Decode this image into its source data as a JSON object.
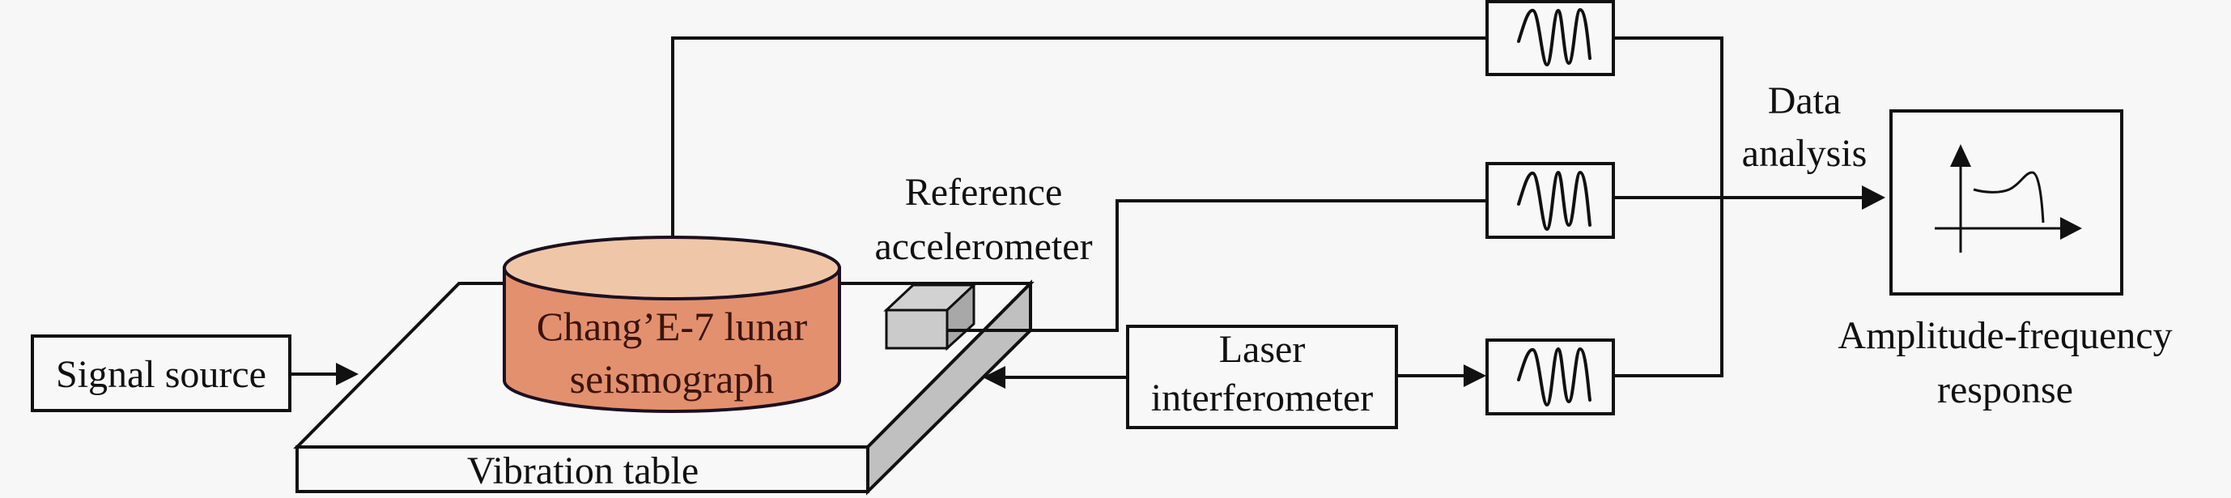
{
  "diagram": {
    "title": "Chang'E-7 lunar seismograph amplitude-frequency calibration setup",
    "nodes": {
      "signal_source": {
        "label": "Signal source"
      },
      "vibration_table": {
        "label": "Vibration table"
      },
      "seismograph": {
        "label_line1": "Chang’E-7 lunar",
        "label_line2": "seismograph"
      },
      "reference_accelerometer": {
        "label_line1": "Reference",
        "label_line2": "accelerometer"
      },
      "laser_interferometer": {
        "label_line1": "Laser",
        "label_line2": "interferometer"
      },
      "data_analysis": {
        "label_line1": "Data",
        "label_line2": "analysis"
      },
      "response": {
        "label_line1": "Amplitude-frequency",
        "label_line2": "response"
      },
      "filters": [
        {
          "id": "filter-seismograph",
          "icon": "waveform-icon"
        },
        {
          "id": "filter-accelerometer",
          "icon": "waveform-icon"
        },
        {
          "id": "filter-interferometer",
          "icon": "waveform-icon"
        }
      ]
    },
    "edges": [
      {
        "from": "Signal source",
        "to": "Vibration table",
        "arrow": true
      },
      {
        "from": "Chang’E-7 lunar seismograph",
        "to": "filter-seismograph",
        "arrow": false
      },
      {
        "from": "Reference accelerometer",
        "to": "filter-accelerometer",
        "arrow": false
      },
      {
        "from": "Laser interferometer",
        "to": "Vibration table",
        "arrow": true
      },
      {
        "from": "Laser interferometer",
        "to": "filter-interferometer",
        "arrow": true
      },
      {
        "from": "filters",
        "to": "Amplitude-frequency response",
        "arrow": true,
        "label": "Data analysis"
      }
    ],
    "colors": {
      "seismograph_top": "#efc7a8",
      "seismograph_body": "#e3906f",
      "accelerometer_fill": "#c8c8c8",
      "table_side": "#c0c0c0",
      "line": "#111111",
      "background": "#f7f7f7"
    }
  }
}
